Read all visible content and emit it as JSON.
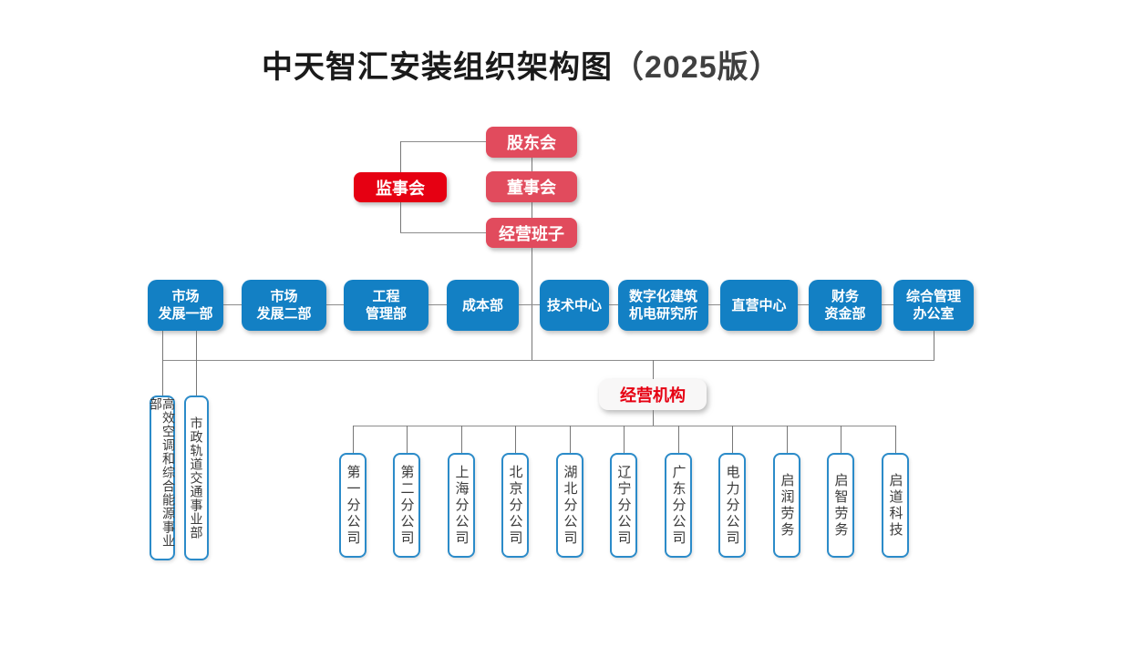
{
  "title": {
    "main": "中天智汇安装组织架构图",
    "suffix": "（2025版）"
  },
  "governance": {
    "shareholders": "股东会",
    "supervisory": "监事会",
    "board": "董事会",
    "management": "经营班子"
  },
  "departments": [
    {
      "lines": [
        "市场",
        "发展一部"
      ]
    },
    {
      "lines": [
        "市场",
        "发展二部"
      ]
    },
    {
      "lines": [
        "工程",
        "管理部"
      ]
    },
    {
      "lines": [
        "成本部"
      ]
    },
    {
      "lines": [
        "技术中心"
      ]
    },
    {
      "lines": [
        "数字化建筑",
        "机电研究所"
      ]
    },
    {
      "lines": [
        "直营中心"
      ]
    },
    {
      "lines": [
        "财务",
        "资金部"
      ]
    },
    {
      "lines": [
        "综合管理",
        "办公室"
      ]
    }
  ],
  "business_units": [
    "高效空调和综合能源事业部",
    "市政轨道交通事业部"
  ],
  "operating": {
    "label": "经营机构",
    "units": [
      "第一分公司",
      "第二分公司",
      "上海分公司",
      "北京分公司",
      "湖北分公司",
      "辽宁分公司",
      "广东分公司",
      "电力分公司",
      "启润劳务",
      "启智劳务",
      "启道科技"
    ]
  },
  "colors": {
    "box_red": "#e14b5d",
    "box_bright_red": "#e60012",
    "box_blue": "#1380c4",
    "operating_text_red": "#e60012",
    "line_gray": "#8c8c8c"
  }
}
